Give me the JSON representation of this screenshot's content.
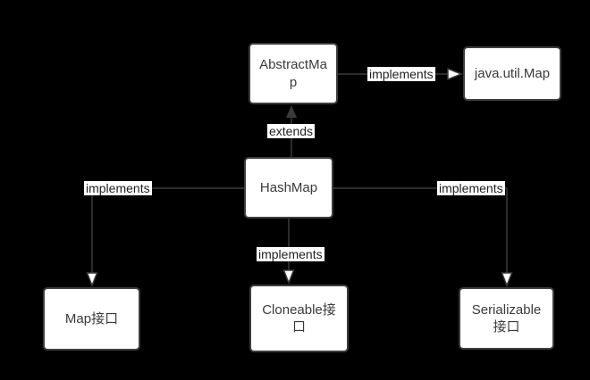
{
  "diagram": {
    "title": "HashMap class hierarchy diagram",
    "colors": {
      "background": "#000000",
      "node_fill": "#ffffff",
      "node_border": "#3d3d3d",
      "connector": "#3a3a3a",
      "node_text": "#3a3a3a",
      "label_background": "#ffffff",
      "label_text": "#1f1f1f"
    },
    "nodes": [
      {
        "id": "abstractmap",
        "label": "AbstractMap"
      },
      {
        "id": "javautilmap",
        "label": "java.util.Map"
      },
      {
        "id": "hashmap",
        "label": "HashMap"
      },
      {
        "id": "map",
        "label": "Map接口"
      },
      {
        "id": "cloneable",
        "label": "Cloneable接口"
      },
      {
        "id": "serializable",
        "label": "Serializable接口"
      }
    ],
    "edges": [
      {
        "from": "hashmap",
        "to": "abstractmap",
        "label": "extends",
        "arrow": "filled-up"
      },
      {
        "from": "abstractmap",
        "to": "javautilmap",
        "label": "implements",
        "arrow": "hollow-right"
      },
      {
        "from": "hashmap",
        "to": "map",
        "label": "implements",
        "arrow": "hollow-down"
      },
      {
        "from": "hashmap",
        "to": "cloneable",
        "label": "implements",
        "arrow": "hollow-down"
      },
      {
        "from": "hashmap",
        "to": "serializable",
        "label": "implements",
        "arrow": "hollow-down"
      }
    ]
  }
}
